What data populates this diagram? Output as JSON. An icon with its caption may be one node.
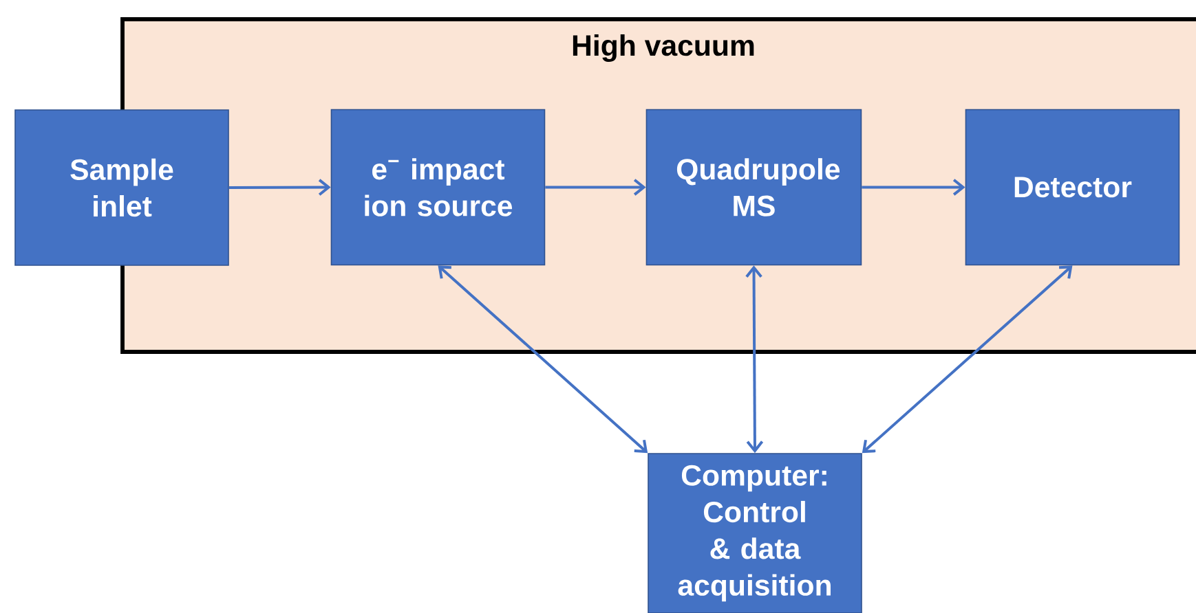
{
  "diagram": {
    "nodes": [
      {
        "text": [
          "High vacuum"
        ]
      },
      {
        "text": [
          "Sample inlet"
        ]
      },
      {
        "text": [
          "e$^{−}$ impact ion source"
        ],
        "in": 0
      },
      {
        "text": [
          "Quadrupole MS"
        ],
        "in": 0
      },
      {
        "text": [
          "Detector"
        ],
        "in": 0
      },
      {
        "text": [
          "Computer: Control & data acquisition"
        ]
      }
    ],
    "edges": [
      {
        "from": 1,
        "to": 2,
        "arrow": "to"
      },
      {
        "from": 2,
        "to": 3,
        "arrow": "to"
      },
      {
        "from": 3,
        "to": 4,
        "arrow": "to"
      },
      {
        "from": 5,
        "to": 2,
        "arrow": "both"
      },
      {
        "from": 5,
        "to": 3,
        "arrow": "both"
      },
      {
        "from": 5,
        "to": 4,
        "arrow": "both"
      }
    ]
  }
}
